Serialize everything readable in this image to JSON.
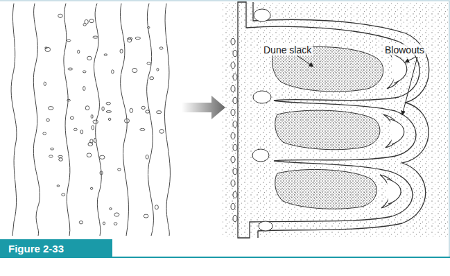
{
  "diagram": {
    "caption": "Figure 2-33",
    "labels": [
      "Dune slack",
      "Blowouts"
    ]
  }
}
